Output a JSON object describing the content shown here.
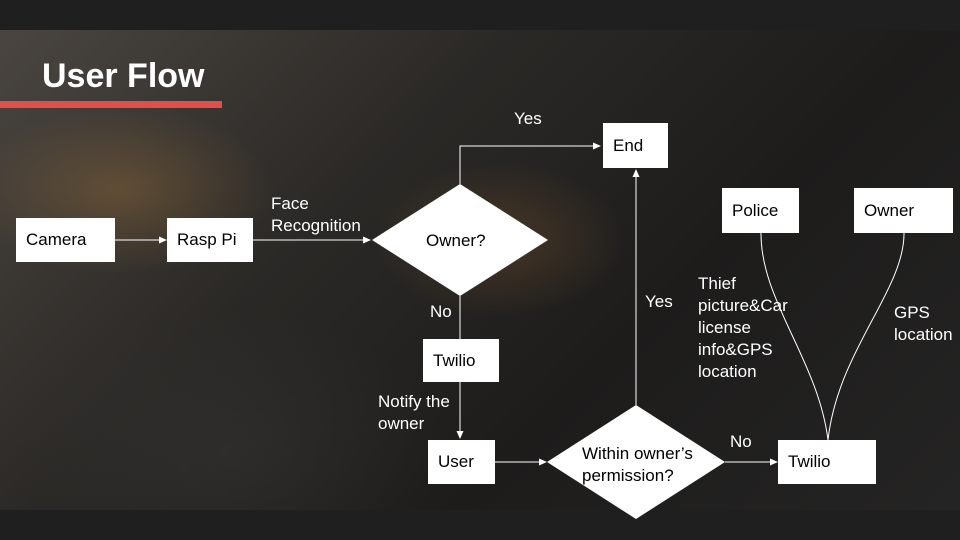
{
  "slide": {
    "title": "User Flow",
    "accent_color": "#e0504b"
  },
  "flowchart": {
    "nodes": {
      "camera": "Camera",
      "rasp_pi": "Rasp Pi",
      "owner_decision": "Owner?",
      "end": "End",
      "twilio_notify": "Twilio",
      "user": "User",
      "permission_decision": "Within owner’s\npermission?",
      "twilio_alert": "Twilio",
      "police": "Police",
      "owner": "Owner"
    },
    "edge_labels": {
      "face_recognition": "Face\nRecognition",
      "owner_yes": "Yes",
      "owner_no": "No",
      "notify_owner": "Notify the\nowner",
      "permission_yes": "Yes",
      "permission_no": "No",
      "to_police": "Thief\npicture&Car\nlicense\ninfo&GPS\nlocation",
      "to_owner": "GPS\nlocation"
    }
  }
}
